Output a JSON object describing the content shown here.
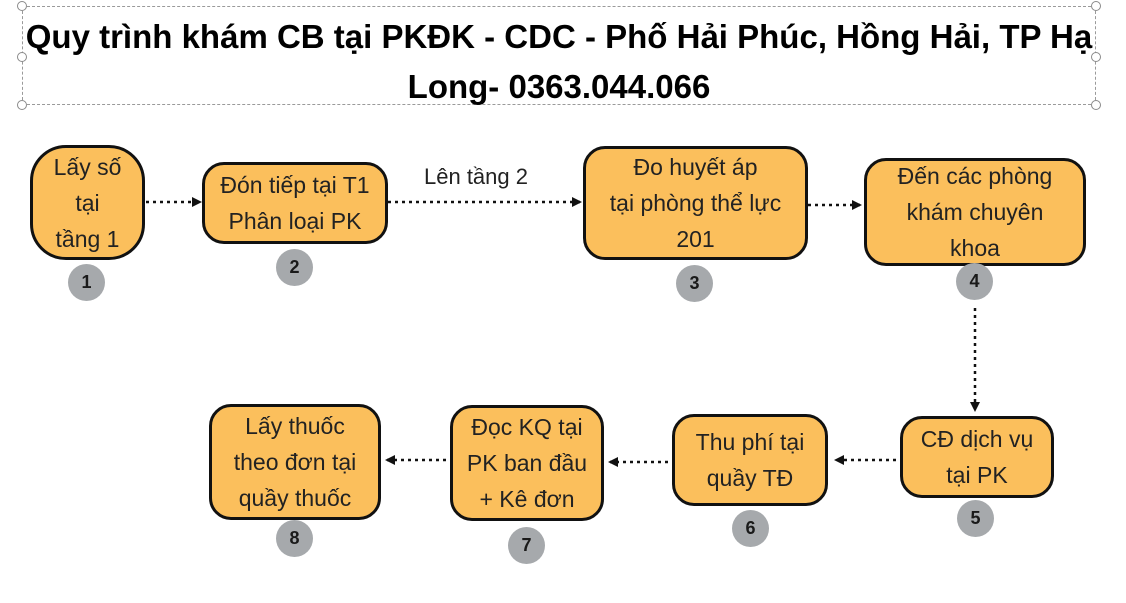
{
  "title": "Quy trình khám CB tại PKĐK - CDC - Phố Hải Phúc, Hồng Hải, TP Hạ Long- 0363.044.066",
  "steps": [
    {
      "label": "Lấy số\ntại\ntầng 1",
      "number": "1"
    },
    {
      "label": "Đón tiếp tại T1\nPhân loại PK",
      "number": "2"
    },
    {
      "label": "Đo huyết áp\ntại phòng thể lực\n201",
      "number": "3"
    },
    {
      "label": "Đến các  phòng\nkhám chuyên\nkhoa",
      "number": "4"
    },
    {
      "label": "CĐ dịch vụ\ntại PK",
      "number": "5"
    },
    {
      "label": "Thu phí tại\nquầy TĐ",
      "number": "6"
    },
    {
      "label": "Đọc KQ tại\nPK ban đầu\n+ Kê đơn",
      "number": "7"
    },
    {
      "label": "Lấy thuốc\ntheo đơn tại\nquầy thuốc",
      "number": "8"
    }
  ],
  "edge_labels": {
    "step2_to_step3": "Lên tầng 2"
  },
  "colors": {
    "box_fill": "#fbbf5c",
    "box_border": "#111111",
    "badge_fill": "#a6a9ac"
  }
}
